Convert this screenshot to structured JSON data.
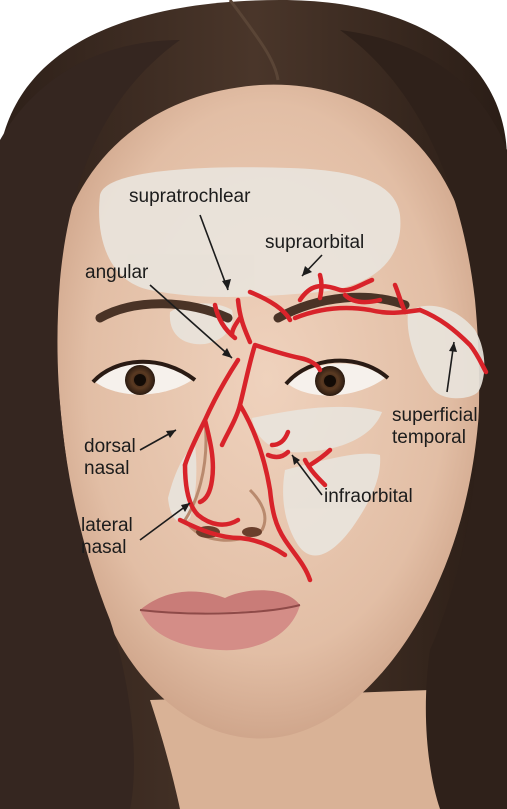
{
  "labels": {
    "supratrochlear": "supratrochlear",
    "supraorbital": "supraorbital",
    "angular": "angular",
    "superficial_temporal": [
      "superficial",
      "temporal"
    ],
    "dorsal_nasal": [
      "dorsal",
      "nasal"
    ],
    "infraorbital": "infraorbital",
    "lateral_nasal": [
      "lateral",
      "nasal"
    ]
  },
  "colors": {
    "artery": "#d8232a",
    "zone_fill": "#e9e4dc",
    "skin": "#e6c4ac",
    "hair": "#3d2c22",
    "label_text": "#1c1c1c",
    "arrow": "#1c1c1c"
  }
}
